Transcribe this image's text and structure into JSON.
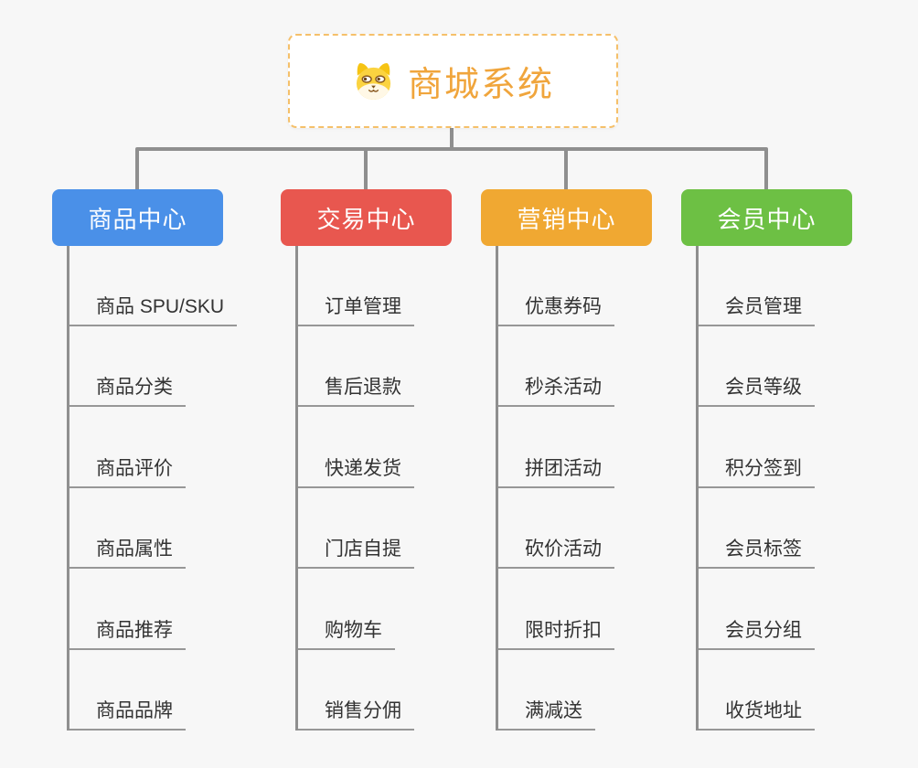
{
  "root": {
    "title": "商城系统",
    "icon": "shiba-dog-icon"
  },
  "colors": {
    "background": "#f7f7f7",
    "connector": "#8f8f8f",
    "underline": "#979797",
    "root_border": "#f5c06a",
    "root_text": "#f0a53c",
    "leaf_text": "#333333",
    "branch_text": "#ffffff"
  },
  "branches": [
    {
      "label": "商品中心",
      "color": "#4a90e8",
      "items": [
        "商品 SPU/SKU",
        "商品分类",
        "商品评价",
        "商品属性",
        "商品推荐",
        "商品品牌"
      ]
    },
    {
      "label": "交易中心",
      "color": "#e8574f",
      "items": [
        "订单管理",
        "售后退款",
        "快递发货",
        "门店自提",
        "购物车",
        "销售分佣"
      ]
    },
    {
      "label": "营销中心",
      "color": "#f0a832",
      "items": [
        "优惠券码",
        "秒杀活动",
        "拼团活动",
        "砍价活动",
        "限时折扣",
        "满减送"
      ]
    },
    {
      "label": "会员中心",
      "color": "#6dc044",
      "items": [
        "会员管理",
        "会员等级",
        "积分签到",
        "会员标签",
        "会员分组",
        "收货地址"
      ]
    }
  ]
}
